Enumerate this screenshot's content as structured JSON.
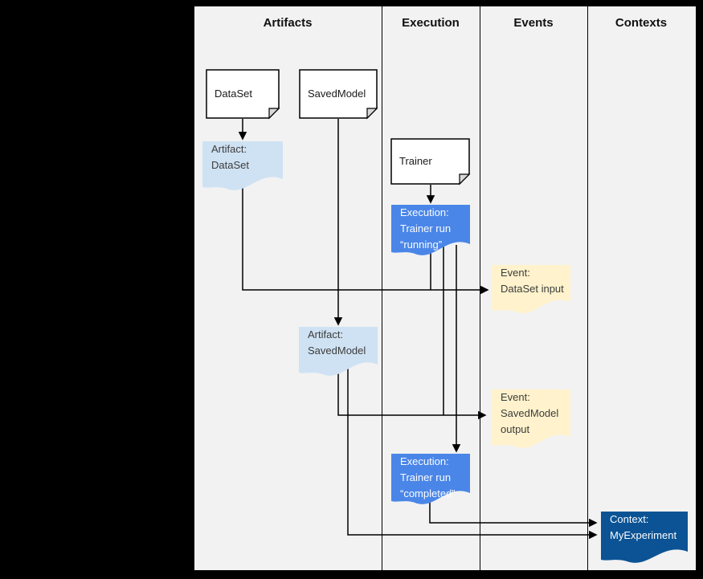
{
  "diagram": {
    "lanes": [
      {
        "label": "Artifacts"
      },
      {
        "label": "Execution"
      },
      {
        "label": "Events"
      },
      {
        "label": "Contexts"
      }
    ],
    "colors": {
      "background": "#000000",
      "lane_background": "#f2f2f2",
      "line": "#000000",
      "document_fill": "#ffffff",
      "document_fold_fill": "#d9d9d9",
      "artifact_fill": "#cfe2f3",
      "execution_fill": "#4a86e8",
      "event_fill": "#fff2cc",
      "context_fill": "#0b5394",
      "dark_text": "#3c3c3c",
      "light_text": "#fafcff"
    },
    "nodes": {
      "dataset_doc": {
        "label": "DataSet"
      },
      "savedmodel_doc": {
        "label": "SavedModel"
      },
      "trainer_doc": {
        "label": "Trainer"
      },
      "artifact_dataset": {
        "line1": "Artifact:",
        "line2": "DataSet"
      },
      "artifact_savedmodel": {
        "line1": "Artifact:",
        "line2": "SavedModel"
      },
      "execution_running": {
        "line1": "Execution:",
        "line2": "Trainer run",
        "line3": "“running”"
      },
      "execution_completed": {
        "line1": "Execution:",
        "line2": "Trainer run",
        "line3": "“completed”"
      },
      "event_dataset_input": {
        "line1": "Event:",
        "line2": "DataSet input"
      },
      "event_savedmodel_output": {
        "line1": "Event:",
        "line2": "SavedModel",
        "line3": "output"
      },
      "context_myexperiment": {
        "line1": "Context:",
        "line2": "MyExperiment"
      }
    },
    "edges": [
      {
        "from": "DataSet",
        "to": "Artifact: DataSet"
      },
      {
        "from": "SavedModel",
        "to": "Artifact: SavedModel"
      },
      {
        "from": "Trainer",
        "to": "Execution: Trainer run “running”"
      },
      {
        "from": "Artifact: DataSet",
        "to": "Event: DataSet input"
      },
      {
        "from": "Execution: Trainer run “running”",
        "to": "Event: DataSet input"
      },
      {
        "from": "Execution: Trainer run “running”",
        "to": "Event: SavedModel output"
      },
      {
        "from": "Execution: Trainer run “running”",
        "to": "Execution: Trainer run “completed”"
      },
      {
        "from": "Artifact: SavedModel",
        "to": "Event: SavedModel output"
      },
      {
        "from": "Artifact: SavedModel",
        "to": "Context: MyExperiment"
      },
      {
        "from": "Execution: Trainer run “completed”",
        "to": "Context: MyExperiment"
      }
    ]
  }
}
